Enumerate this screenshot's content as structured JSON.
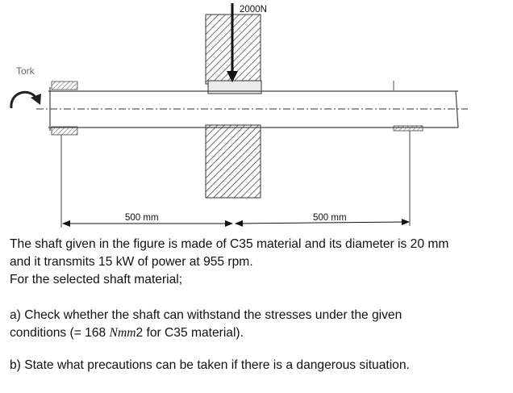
{
  "figure": {
    "load_label": "2000N",
    "torque_label": "Tork",
    "dim_left": "500 mm",
    "dim_right": "500 mm"
  },
  "problem": {
    "line1": "The shaft given in the figure is made of C35 material and its diameter is 20 mm",
    "line2": "and it transmits 15 kW of power at 955 rpm.",
    "line3": "For the selected shaft material;",
    "a_line1": "a) Check whether the shaft can withstand the stresses under the given",
    "a_line2_prefix": "conditions (= 168 ",
    "a_line2_math": "Nmm",
    "a_line2_suffix": "2 for C35 material).",
    "b_line": "b) State what precautions can be taken if there is a dangerous situation."
  }
}
